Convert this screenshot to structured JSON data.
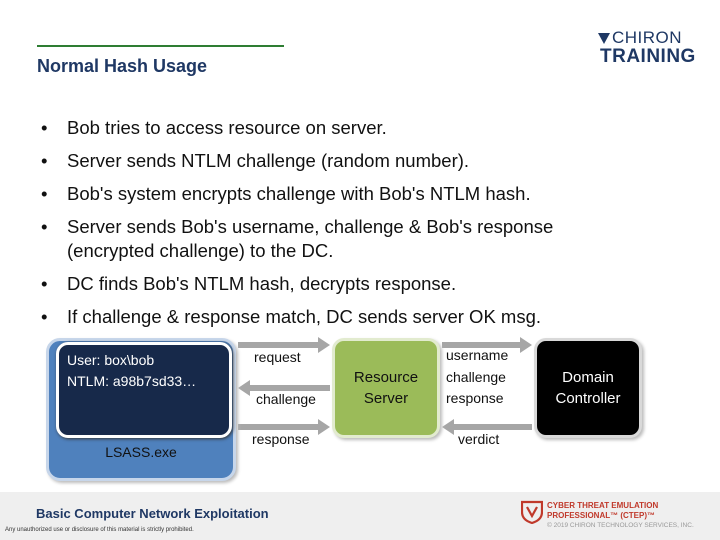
{
  "header": {
    "title": "Normal Hash Usage",
    "logo_line1": "CHIRON",
    "logo_line2": "TRAINING"
  },
  "bullets": [
    "Bob tries to access resource on server.",
    "Server sends NTLM challenge (random number).",
    "Bob's system encrypts challenge with Bob's NTLM hash.",
    "Server sends Bob's username, challenge & Bob's response (encrypted challenge) to the DC.",
    "DC finds Bob's NTLM hash, decrypts response.",
    "If challenge & response match, DC sends server OK msg."
  ],
  "diagram": {
    "lsass_user": "User: box\\bob",
    "lsass_ntlm": "NTLM: a98b7sd33…",
    "lsass_label": "LSASS.exe",
    "resource_line1": "Resource",
    "resource_line2": "Server",
    "dc_line1": "Domain",
    "dc_line2": "Controller",
    "arrow_request": "request",
    "arrow_challenge": "challenge",
    "arrow_response": "response",
    "arrow_username": "username",
    "arrow_challenge2": "challenge",
    "arrow_response2": "response",
    "arrow_verdict": "verdict",
    "colors": {
      "lsass_outer": "#4f81bd",
      "lsass_inner": "#17294a",
      "resource": "#9bbb59",
      "dc": "#000000",
      "arrow": "#a6a6a6"
    }
  },
  "footer": {
    "course": "Basic Computer Network Exploitation",
    "note": "Any unauthorized use or disclosure of this material is strictly prohibited.",
    "ctep_line1": "CYBER THREAT EMULATION",
    "ctep_line2": "PROFESSIONAL™ (CTEP)™",
    "copyright": "© 2019 CHIRON TECHNOLOGY SERVICES, INC."
  }
}
